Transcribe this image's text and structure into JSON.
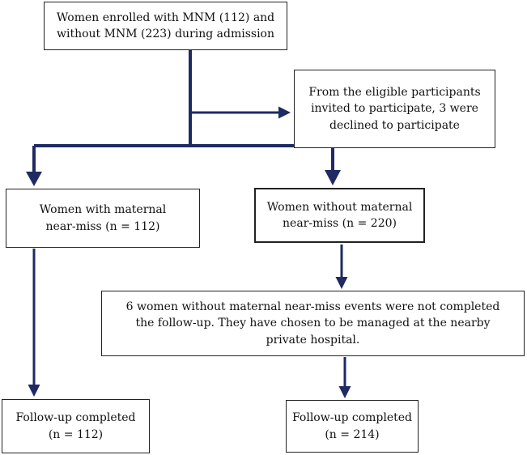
{
  "boxes": {
    "enrolled": {
      "lines": [
        "Women enrolled with MNM (112) and",
        "without MNM (223) during admission"
      ]
    },
    "declined": {
      "lines": [
        "From the eligible participants",
        "invited to participate, 3 were",
        "declined to participate"
      ]
    },
    "with_mnm": {
      "lines": [
        "Women with maternal",
        "near-miss (n = 112)"
      ]
    },
    "without_mnm": {
      "lines": [
        "Women without maternal",
        "near-miss (n = 220)"
      ]
    },
    "not_completed": {
      "lines": [
        "6 women without maternal near-miss events were not completed",
        "the follow-up. They have chosen to be managed at the nearby",
        "private hospital."
      ]
    },
    "followup_left": {
      "lines": [
        "Follow-up completed",
        "(n = 112)"
      ]
    },
    "followup_right": {
      "lines": [
        "Follow-up completed",
        "(n = 214)"
      ]
    }
  },
  "colors": {
    "arrow": "#1f2a63",
    "border": "#222222"
  }
}
